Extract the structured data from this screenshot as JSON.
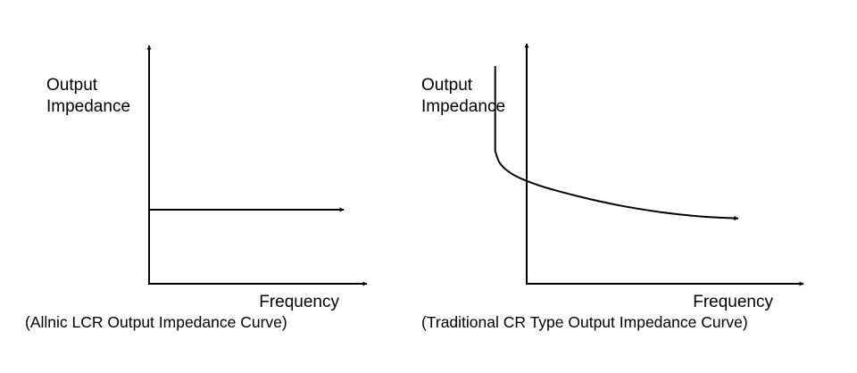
{
  "figure": {
    "colors": {
      "line": "#000000",
      "background": "#ffffff"
    }
  },
  "chart_data": [
    {
      "type": "line",
      "ylabel": [
        "Output",
        "Impedance"
      ],
      "xlabel": "Frequency",
      "caption": "(Allnic LCR Output Impedance Curve)",
      "grid": false,
      "ticks": false,
      "qualitative": true,
      "series": [
        {
          "shape": "flat",
          "x": [
            0,
            1
          ],
          "y": [
            0.34,
            0.34
          ]
        }
      ]
    },
    {
      "type": "line",
      "ylabel": [
        "Output",
        "Impedance"
      ],
      "xlabel": "Frequency",
      "caption": "(Traditional CR Type Output Impedance Curve)",
      "grid": false,
      "ticks": false,
      "qualitative": true,
      "series": [
        {
          "shape": "decreasing",
          "x": [
            0.08,
            0.08,
            0.1,
            0.15,
            0.25,
            0.4,
            0.55,
            0.7,
            0.85,
            1.0
          ],
          "y": [
            1.0,
            0.61,
            0.55,
            0.5,
            0.45,
            0.4,
            0.36,
            0.33,
            0.31,
            0.3
          ]
        }
      ]
    }
  ]
}
